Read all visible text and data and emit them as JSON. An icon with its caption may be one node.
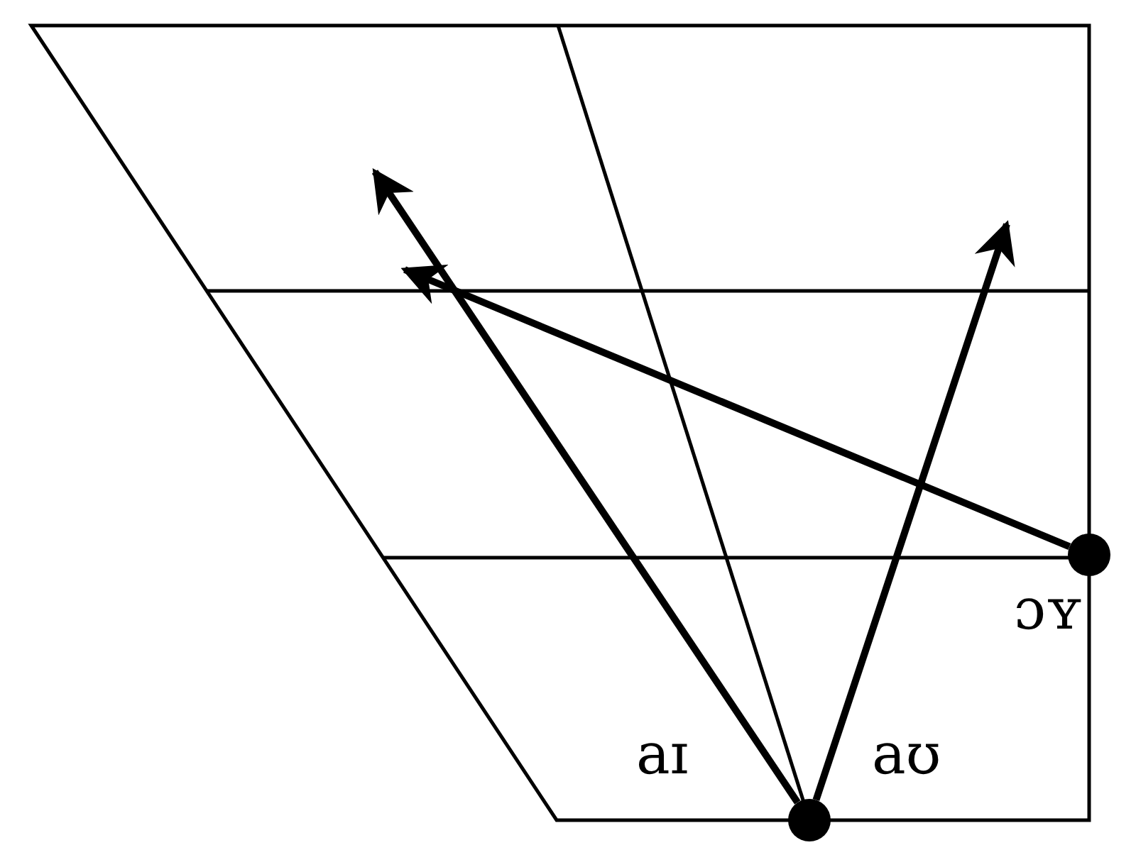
{
  "diagram": {
    "nodes": [
      {
        "text": [],
        "shape": "circle"
      },
      {
        "text": [],
        "shape": "circle"
      }
    ],
    "edges": [
      {
        "from": 0,
        "to": null,
        "arrow": "to"
      },
      {
        "from": 0,
        "to": null,
        "arrow": "to"
      },
      {
        "from": 1,
        "to": null,
        "arrow": "to"
      }
    ],
    "labels": [
      "ɔʏ",
      "aɪ",
      "aʊ"
    ]
  }
}
